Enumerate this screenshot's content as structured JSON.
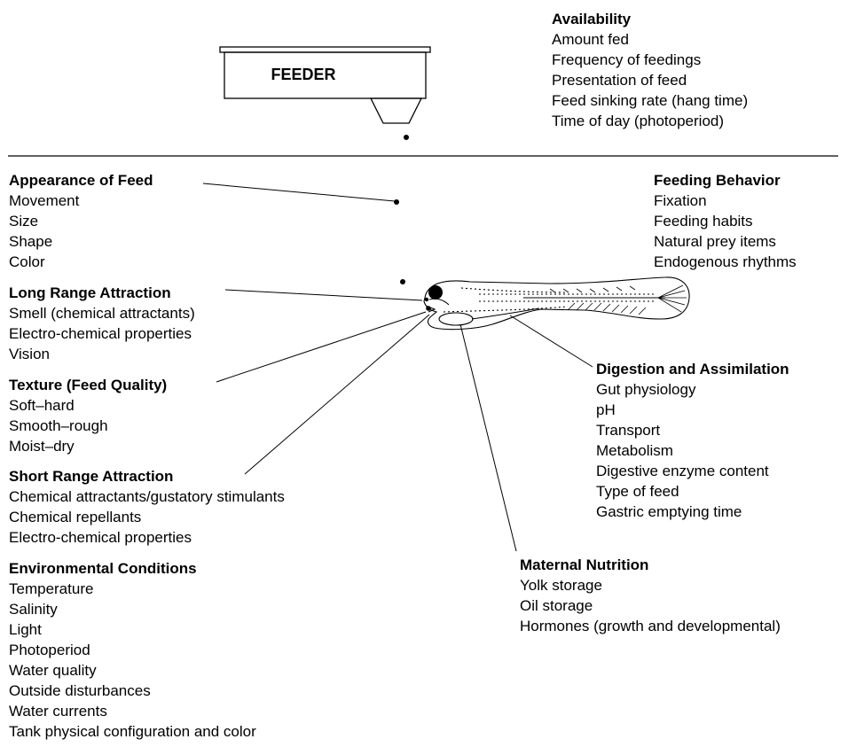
{
  "feeder": {
    "label": "FEEDER"
  },
  "availability": {
    "title": "Availability",
    "items": [
      "Amount fed",
      "Frequency of feedings",
      "Presentation of feed",
      "Feed sinking rate (hang time)",
      "Time of day (photoperiod)"
    ]
  },
  "appearance": {
    "title": "Appearance of Feed",
    "items": [
      "Movement",
      "Size",
      "Shape",
      "Color"
    ]
  },
  "long_range": {
    "title": "Long Range Attraction",
    "items": [
      "Smell (chemical attractants)",
      "Electro-chemical properties",
      "Vision"
    ]
  },
  "texture": {
    "title": "Texture (Feed Quality)",
    "items": [
      "Soft–hard",
      "Smooth–rough",
      "Moist–dry"
    ]
  },
  "short_range": {
    "title": "Short Range Attraction",
    "items": [
      "Chemical attractants/gustatory stimulants",
      "Chemical repellants",
      "Electro-chemical properties"
    ]
  },
  "environment": {
    "title": "Environmental Conditions",
    "items": [
      "Temperature",
      "Salinity",
      "Light",
      "Photoperiod",
      "Water quality",
      "Outside disturbances",
      "Water currents",
      "Tank physical configuration and color"
    ]
  },
  "feeding_behavior": {
    "title": "Feeding Behavior",
    "items": [
      "Fixation",
      "Feeding habits",
      "Natural prey items",
      "Endogenous rhythms"
    ]
  },
  "digestion": {
    "title": "Digestion and Assimilation",
    "items": [
      "Gut physiology",
      "pH",
      "Transport",
      "Metabolism",
      "Digestive enzyme content",
      "Type of feed",
      "Gastric emptying time"
    ]
  },
  "maternal": {
    "title": "Maternal Nutrition",
    "items": [
      "Yolk storage",
      "Oil storage",
      "Hormones (growth and developmental)"
    ]
  }
}
